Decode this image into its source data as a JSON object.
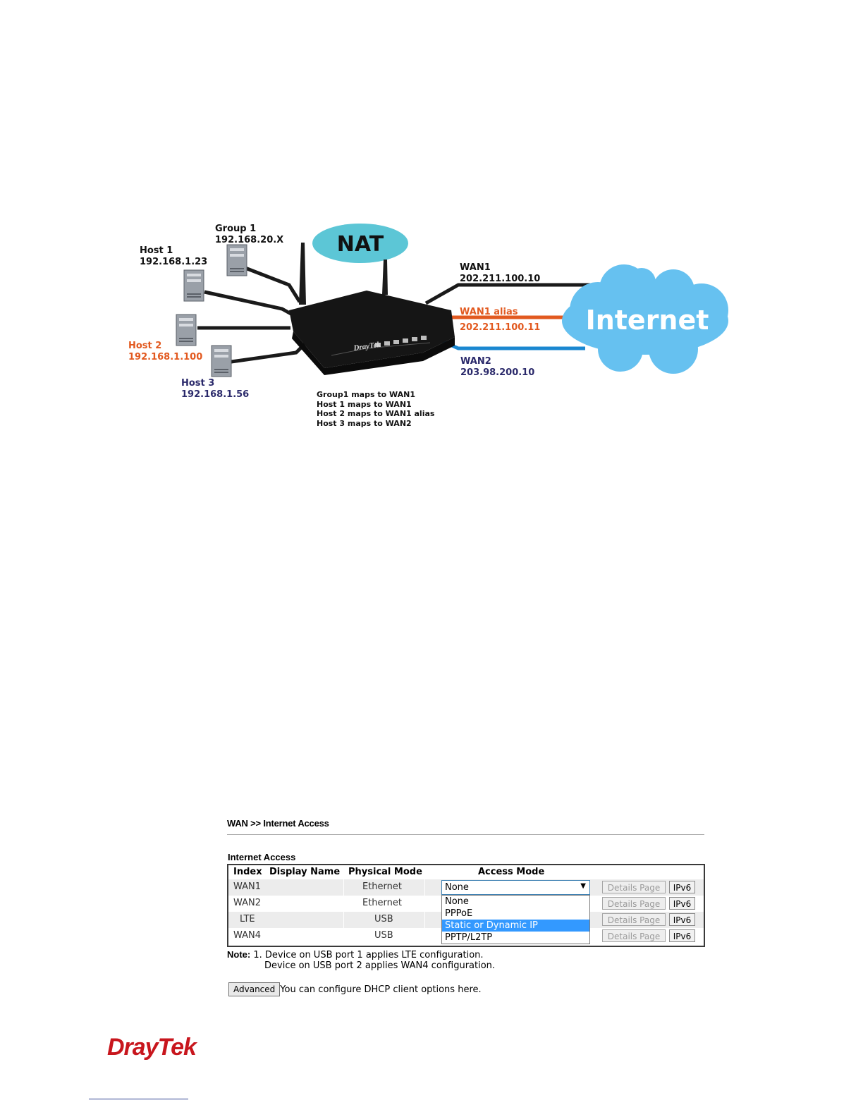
{
  "diagram": {
    "nat_label": "NAT",
    "internet_label": "Internet",
    "router_brand": "DrayTek",
    "group1": {
      "name": "Group 1",
      "ip": "192.168.20.X"
    },
    "host1": {
      "name": "Host 1",
      "ip": "192.168.1.23"
    },
    "host2": {
      "name": "Host 2",
      "ip": "192.168.1.100"
    },
    "host3": {
      "name": "Host 3",
      "ip": "192.168.1.56"
    },
    "wan1": {
      "name": "WAN1",
      "ip": "202.211.100.10"
    },
    "wan1_alias": {
      "name": "WAN1 alias",
      "ip": "202.211.100.11"
    },
    "wan2": {
      "name": "WAN2",
      "ip": "203.98.200.10"
    },
    "mappings": [
      "Group1 maps to WAN1",
      "Host 1 maps to WAN1",
      "Host 2 maps to WAN1 alias",
      "Host 3 maps to WAN2"
    ],
    "colors": {
      "black_line": "#1a1a1a",
      "orange": "#e2591f",
      "blue": "#1a87d0",
      "navy": "#2b2a6b",
      "nat_fill": "#5cc6d6",
      "cloud_fill": "#66c1f0"
    }
  },
  "wan": {
    "breadcrumb": "WAN >> Internet Access",
    "section_label": "Internet Access",
    "headers": {
      "index": "Index",
      "display_name": "Display Name",
      "physical_mode": "Physical Mode",
      "access_mode": "Access Mode"
    },
    "rows": [
      {
        "index": "WAN1",
        "display_name": "",
        "physical_mode": "Ethernet"
      },
      {
        "index": "WAN2",
        "display_name": "",
        "physical_mode": "Ethernet"
      },
      {
        "index": "LTE",
        "display_name": "",
        "physical_mode": "USB"
      },
      {
        "index": "WAN4",
        "display_name": "",
        "physical_mode": "USB"
      }
    ],
    "details_label": "Details Page",
    "ipv6_label": "IPv6",
    "access_select": {
      "value": "None",
      "options": [
        "None",
        "PPPoE",
        "Static or Dynamic IP",
        "PPTP/L2TP"
      ],
      "highlighted": "Static or Dynamic IP"
    },
    "note_label": "Note:",
    "note_lines": [
      "1. Device on USB port 1 applies LTE configuration.",
      "Device on USB port 2 applies WAN4 configuration."
    ],
    "advanced_label": "Advanced",
    "advanced_text": "You can configure DHCP client options here."
  },
  "footer": {
    "logo": "DrayTek"
  }
}
